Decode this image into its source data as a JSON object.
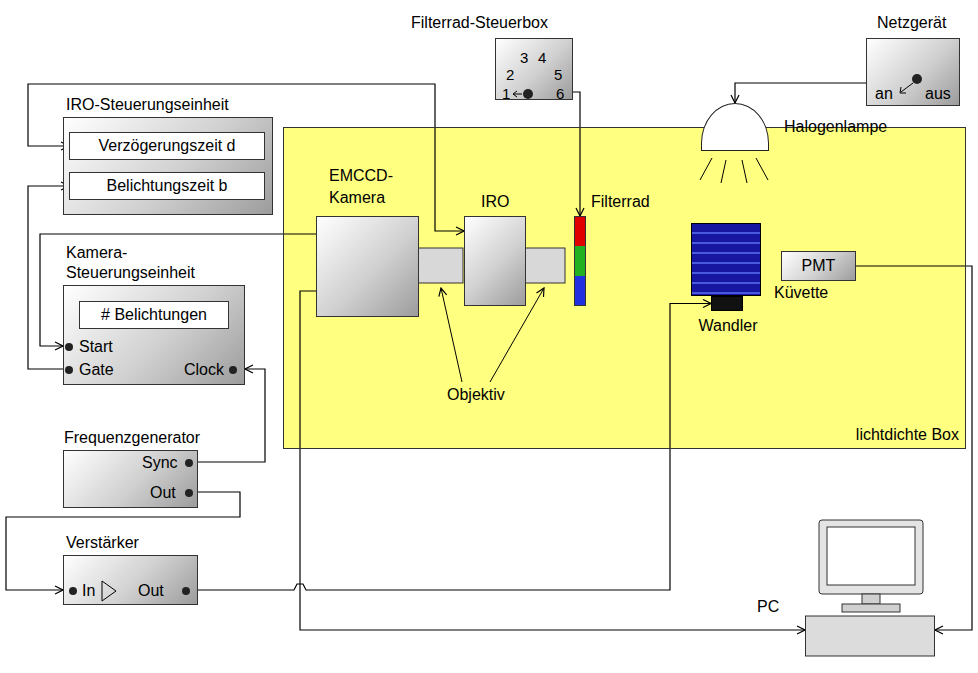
{
  "diagram": {
    "nodes": [
      {
        "text": [
          "Filterrad-Steuerbox",
          "1",
          "2",
          "3",
          "4",
          "5",
          "6"
        ]
      },
      {
        "text": [
          "Netzgerät",
          "an",
          "aus"
        ]
      },
      {
        "text": [
          "IRO-Steuerungseinheit"
        ]
      },
      {
        "text": [
          "Verzögerungszeit d"
        ],
        "in": 2
      },
      {
        "text": [
          "Belichtungszeit b"
        ],
        "in": 2
      },
      {
        "text": [
          "lichtdichte Box"
        ]
      },
      {
        "text": [
          "EMCCD- Kamera"
        ],
        "in": 5
      },
      {
        "text": [
          "IRO"
        ],
        "in": 5
      },
      {
        "text": [
          "Filterrad"
        ],
        "in": 5
      },
      {
        "text": [
          "Halogenlampe"
        ],
        "in": 5
      },
      {
        "text": [
          "Küvette"
        ],
        "in": 5
      },
      {
        "text": [
          "PMT"
        ],
        "in": 5
      },
      {
        "text": [
          "Wandler"
        ],
        "in": 5
      },
      {
        "text": [
          "Kamera- Steuerungseinheit",
          "Start",
          "Gate",
          "Clock"
        ]
      },
      {
        "text": [
          "# Belichtungen"
        ],
        "in": 13
      },
      {
        "text": [
          "Frequenzgenerator",
          "Sync",
          "Out"
        ]
      },
      {
        "text": [
          "Verstärker",
          "In",
          "Out"
        ]
      },
      {
        "text": [
          "PC"
        ]
      }
    ],
    "edges": [
      {
        "from": 3,
        "to": 7,
        "arrow": "both"
      },
      {
        "from": 0,
        "to": 8,
        "arrow": "to"
      },
      {
        "from": 1,
        "to": 9,
        "arrow": "to"
      },
      {
        "from": 6,
        "to": 13,
        "arrow": "to"
      },
      {
        "from": 13,
        "to": 4,
        "arrow": "to"
      },
      {
        "from": 15,
        "to": 13,
        "arrow": "to"
      },
      {
        "from": 15,
        "to": 16,
        "arrow": "to"
      },
      {
        "from": 16,
        "to": 12,
        "arrow": "to"
      },
      {
        "from": 6,
        "to": 17,
        "arrow": "to"
      },
      {
        "from": 11,
        "to": 17,
        "arrow": "to"
      }
    ],
    "labels": [
      "Objektiv"
    ]
  }
}
